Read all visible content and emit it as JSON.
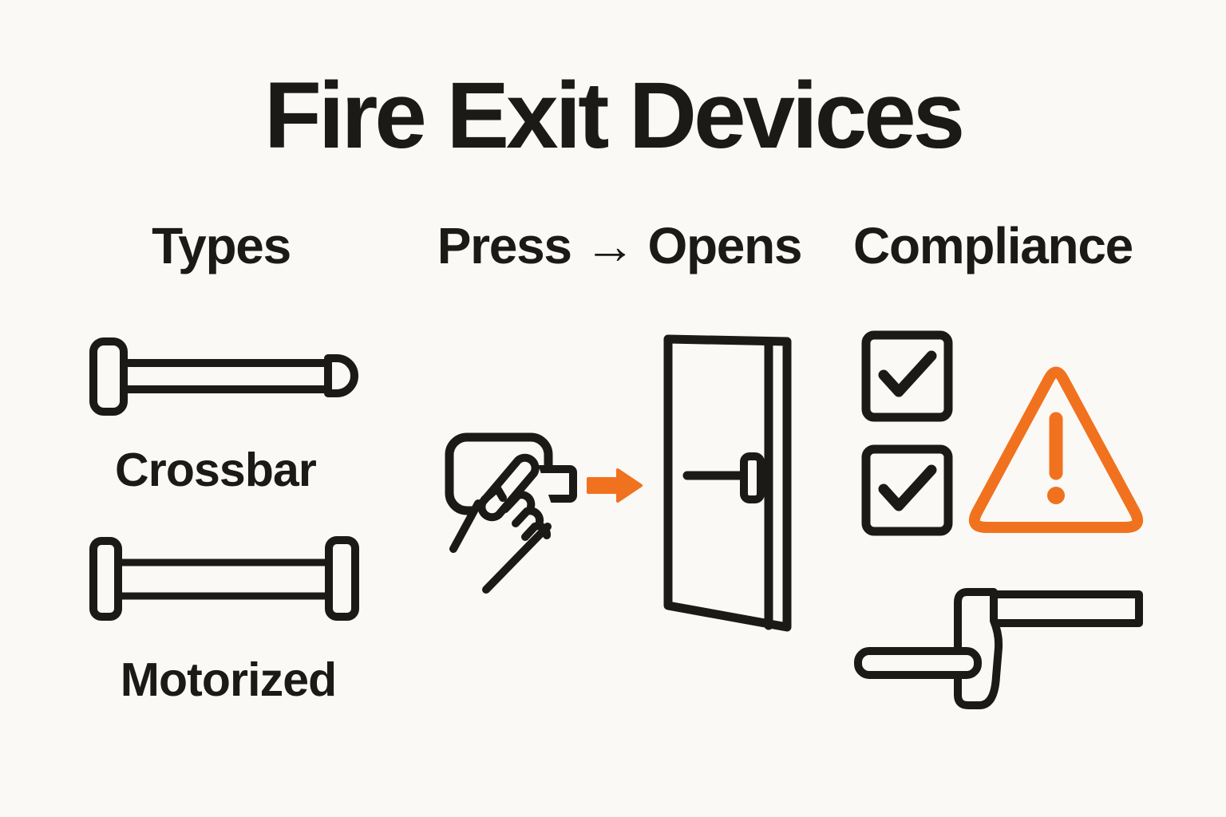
{
  "title": "Fire Exit Devices",
  "colors": {
    "background": "#FAF9F5",
    "ink": "#1B1A17",
    "accent_orange": "#F1721E"
  },
  "columns": [
    {
      "id": "types",
      "header": "Types",
      "items": [
        {
          "icon": "crossbar-icon",
          "label": "Crossbar"
        },
        {
          "icon": "motorized-icon",
          "label": "Motorized"
        }
      ]
    },
    {
      "id": "action",
      "header": "Press → Opens",
      "icons": [
        "hand-press-pushpad-icon",
        "arrow-right-icon",
        "door-ajar-with-pushbar-icon"
      ]
    },
    {
      "id": "compliance",
      "header": "Compliance",
      "icons": [
        "checkbox-checked-icon",
        "checkbox-checked-icon",
        "warning-triangle-icon",
        "lever-trim-icon"
      ]
    }
  ]
}
